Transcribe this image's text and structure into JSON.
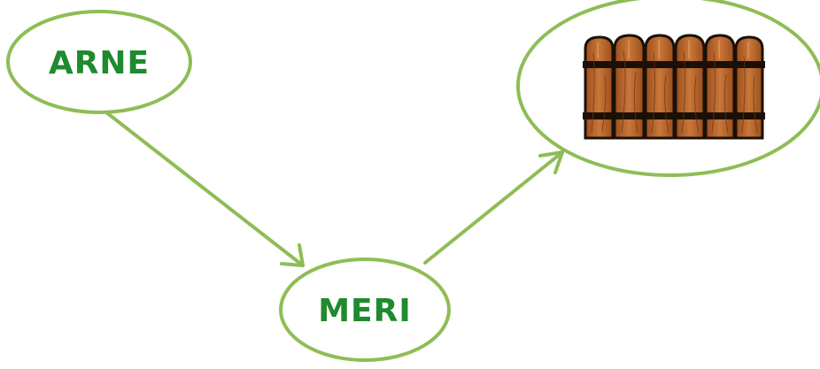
{
  "diagram": {
    "nodes": {
      "arne": {
        "label": "ARNE"
      },
      "meri": {
        "label": "MERI"
      },
      "fence": {
        "icon": "fence-icon"
      }
    },
    "edges": [
      {
        "from": "arne",
        "to": "meri"
      },
      {
        "from": "meri",
        "to": "fence"
      }
    ],
    "colors": {
      "outline": "#8fbd55",
      "label": "#1f8a2e",
      "fence_wood": "#b8652a",
      "fence_outline": "#1a1008"
    }
  }
}
